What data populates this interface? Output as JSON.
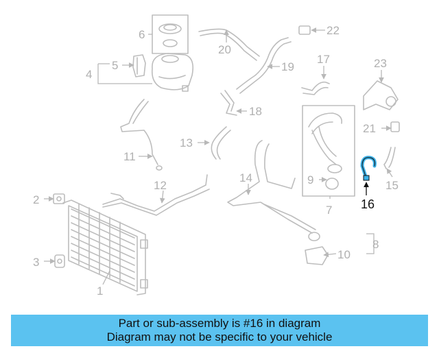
{
  "diagram": {
    "callouts": [
      "1",
      "2",
      "3",
      "4",
      "5",
      "6",
      "7",
      "8",
      "9",
      "10",
      "11",
      "12",
      "13",
      "14",
      "15",
      "16",
      "17",
      "18",
      "19",
      "20",
      "21",
      "22",
      "23"
    ],
    "highlighted_part": "16",
    "highlight_color": "#3ab0e6",
    "line_color": "#bdbdbd"
  },
  "banner": {
    "line1": "Part or sub-assembly is #16 in diagram",
    "line2": "Diagram may not be specific to your vehicle",
    "background": "#5bc2f0"
  }
}
